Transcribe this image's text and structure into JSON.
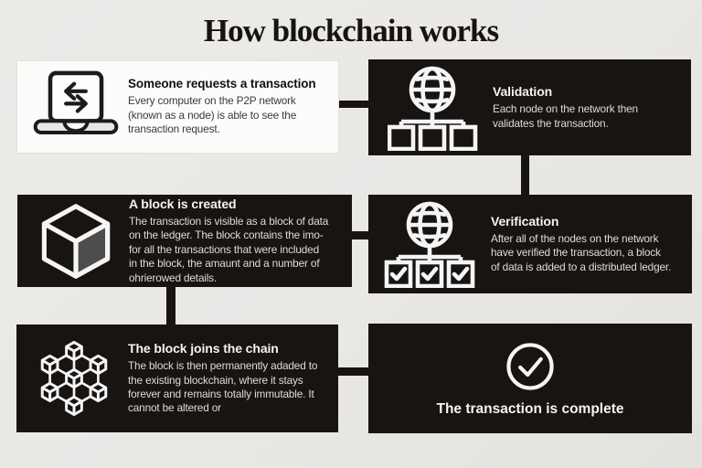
{
  "page": {
    "title": "How blockchain works",
    "background_color": "#e9e8e5",
    "dark_box_color": "#171412",
    "light_box_color": "#fcfcfb",
    "icon_stroke_on_dark": "#f5f5f5",
    "icon_stroke_on_light": "#1c1c1c"
  },
  "steps": [
    {
      "id": "request",
      "variant": "light",
      "icon": "laptop-transfer-icon",
      "title": "Someone requests a transaction",
      "body": "Every computer on the P2P network\n(known as a node) is able to see the\ntransaction request."
    },
    {
      "id": "validation",
      "variant": "dark",
      "icon": "globe-network-icon",
      "title": "Validation",
      "body": "Each node on the network then\nvalidates the transaction."
    },
    {
      "id": "block-created",
      "variant": "dark",
      "icon": "cube-icon",
      "title": "A block is created",
      "body": "The transaction is visible as a block of data\non the ledger. The block contains the imo-\nfor all the transactions that were included\nin the block, the amaunt and a number of\nohrierowed details."
    },
    {
      "id": "verification",
      "variant": "dark",
      "icon": "globe-checklist-icon",
      "title": "Verification",
      "body": "After all of the nodes on the network\nhave verified the transaction, a block\nof data is added to a distributed ledger."
    },
    {
      "id": "block-joins-chain",
      "variant": "dark",
      "icon": "blockchain-cubes-icon",
      "title": "The block joins the chain",
      "body": "The block is then permanently adaded to\nthe existing blockchain, where it stays\nforever and remains totally immutable. It\ncannot be altered or"
    },
    {
      "id": "complete",
      "variant": "dark",
      "icon": "check-circle-icon",
      "title": "The transaction is complete",
      "body": ""
    }
  ],
  "connectors": [
    {
      "from": "request",
      "to": "validation",
      "direction": "horizontal"
    },
    {
      "from": "validation",
      "to": "verification",
      "direction": "vertical"
    },
    {
      "from": "verification",
      "to": "block-created",
      "direction": "horizontal"
    },
    {
      "from": "block-created",
      "to": "block-joins-chain",
      "direction": "vertical"
    },
    {
      "from": "block-joins-chain",
      "to": "complete",
      "direction": "horizontal"
    }
  ]
}
